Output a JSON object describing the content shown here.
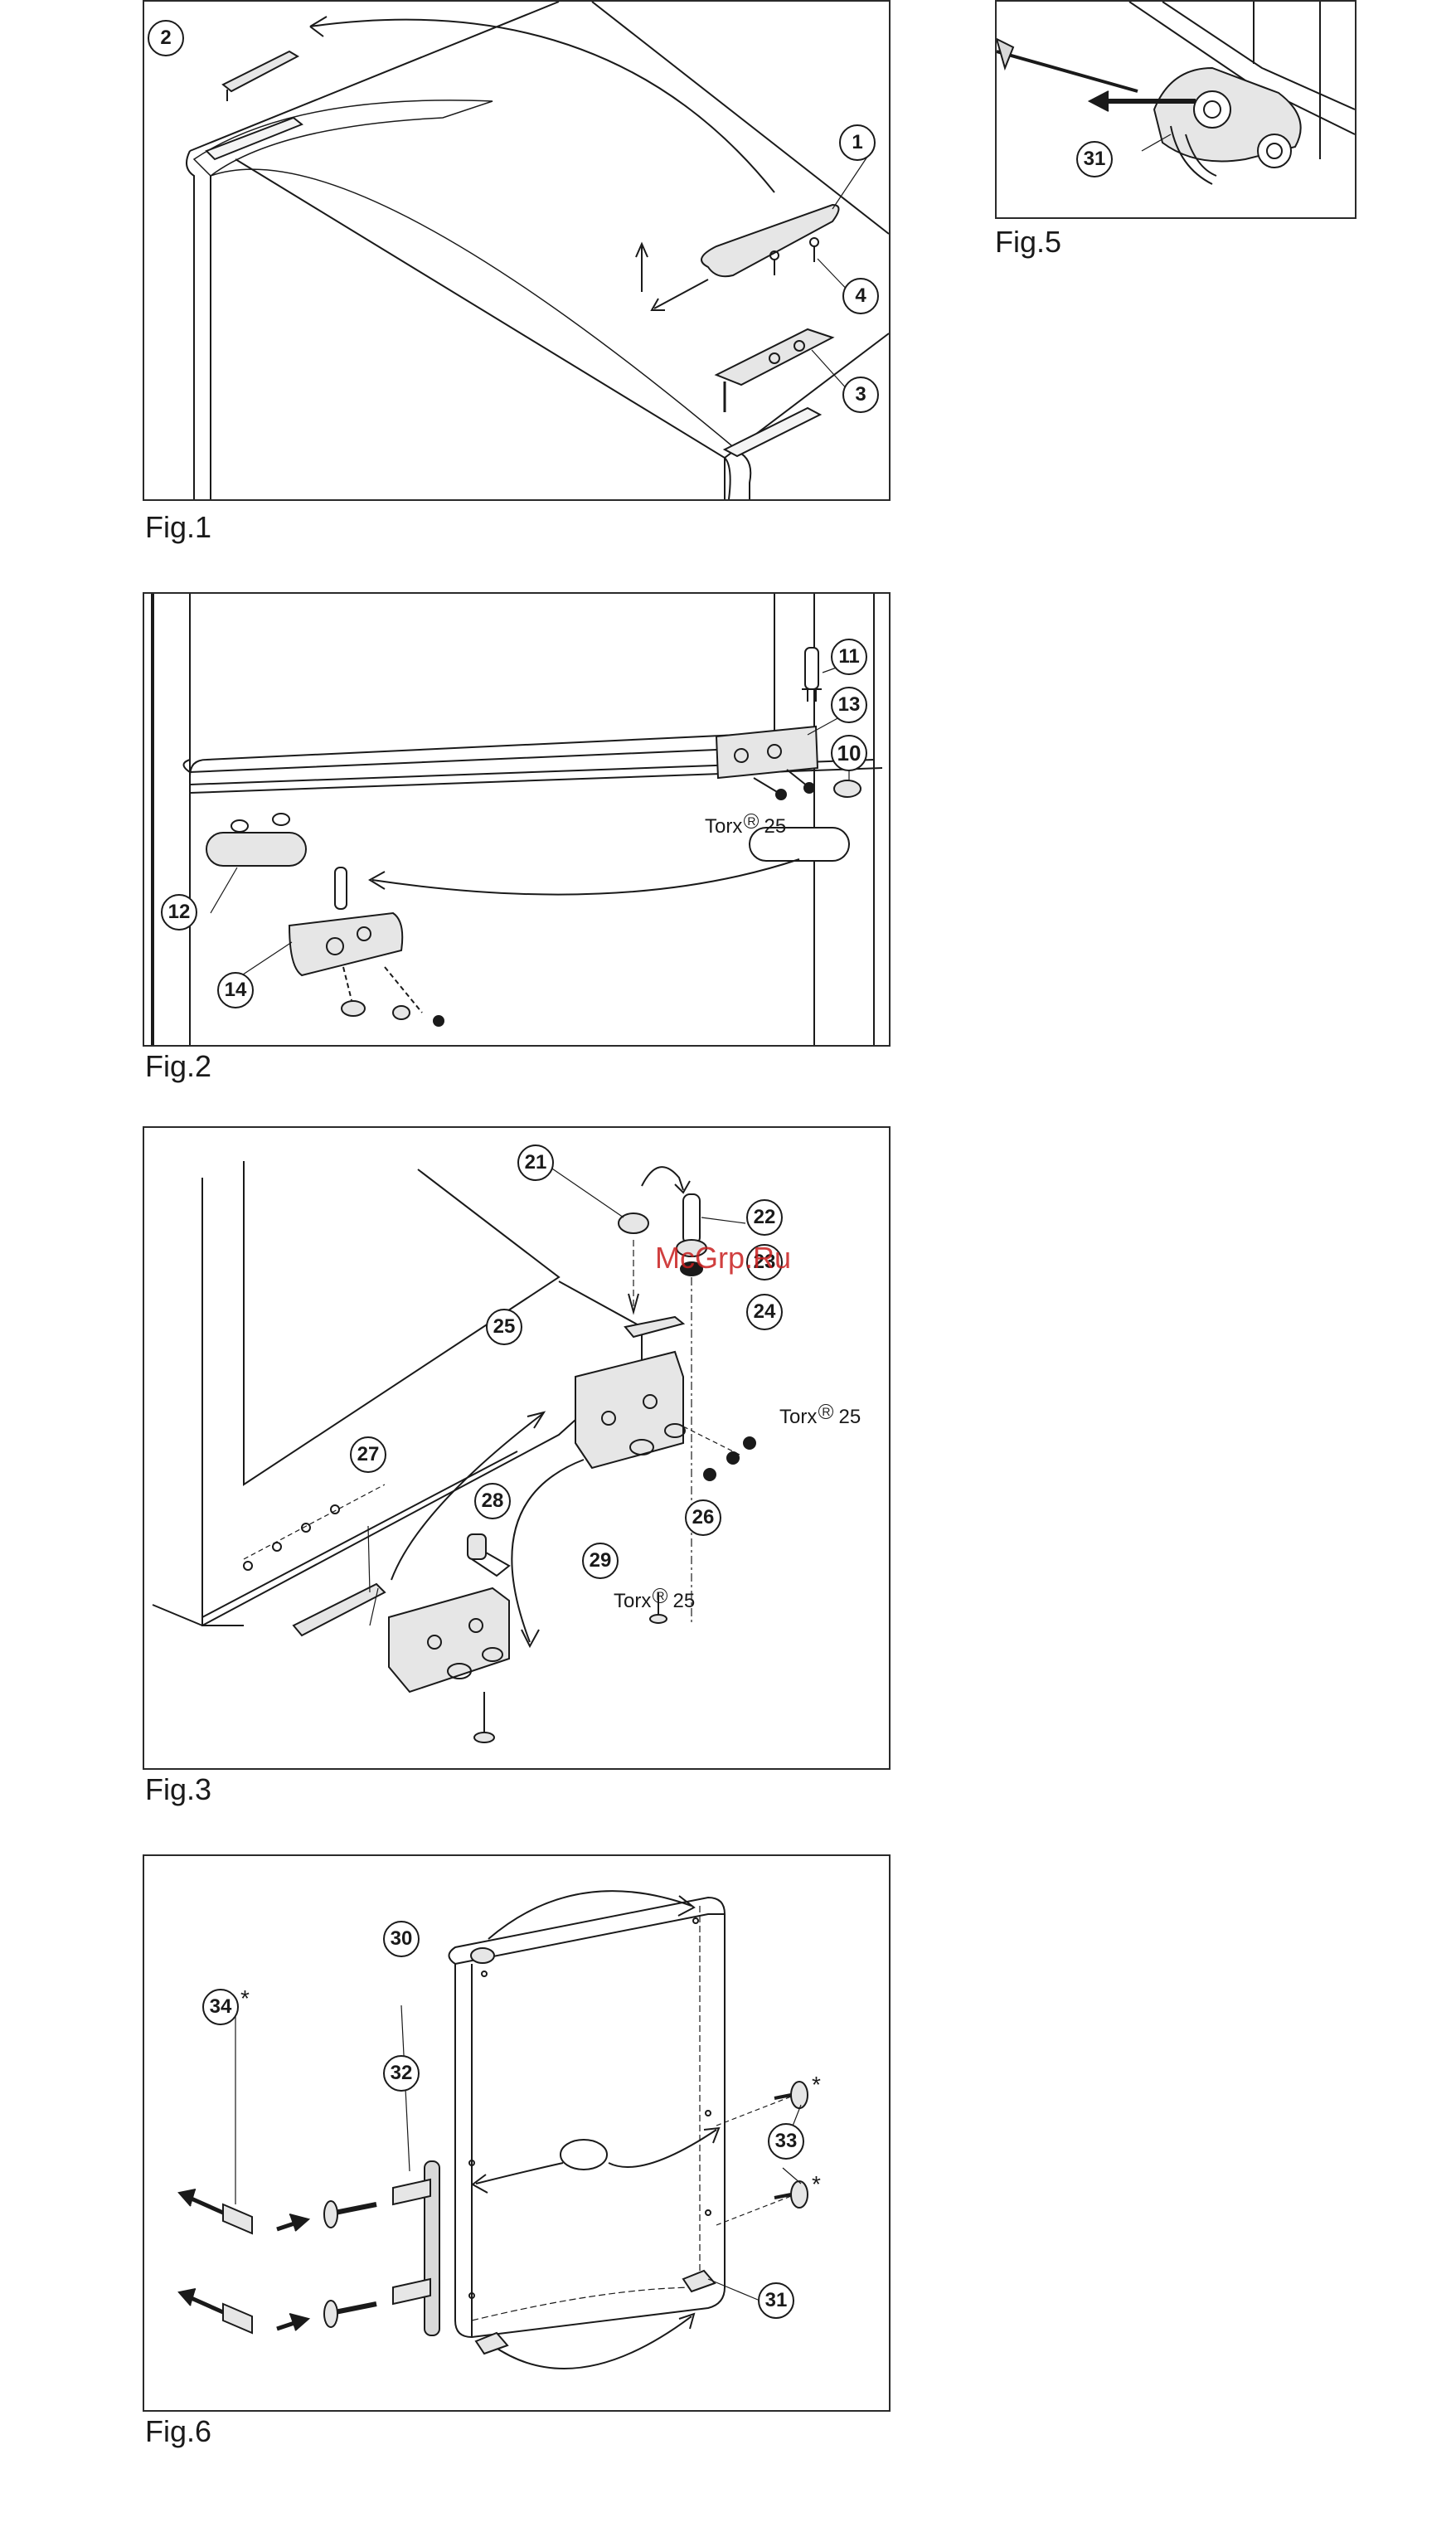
{
  "figures": {
    "fig1": {
      "caption": "Fig.1",
      "callouts": [
        "2",
        "1",
        "4",
        "3"
      ]
    },
    "fig2": {
      "caption": "Fig.2",
      "callouts": [
        "11",
        "13",
        "10",
        "12",
        "14"
      ],
      "torx": {
        "label": "Torx",
        "mark": "R",
        "size": "25"
      }
    },
    "fig3": {
      "caption": "Fig.3",
      "callouts": [
        "21",
        "22",
        "23",
        "24",
        "25",
        "26",
        "27",
        "28",
        "29"
      ],
      "torx": {
        "label": "Torx",
        "mark": "R",
        "size": "25"
      }
    },
    "fig5": {
      "caption": "Fig.5",
      "callouts": [
        "31"
      ]
    },
    "fig6": {
      "caption": "Fig.6",
      "callouts": [
        "30",
        "34",
        "32",
        "33",
        "31"
      ],
      "star": "*"
    }
  },
  "watermark": "McGrp.Ru",
  "colors": {
    "line": "#1a1a1a",
    "fill": "#d9d9d9",
    "watermark": "#c81e1e"
  }
}
